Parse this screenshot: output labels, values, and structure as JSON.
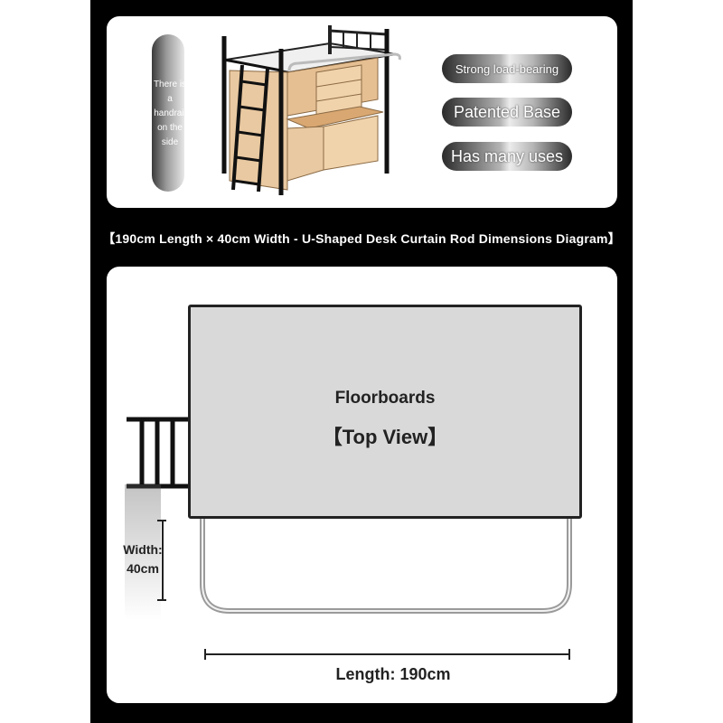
{
  "features": {
    "side_label": "There is a handrail on the side",
    "tags": [
      "Strong load-bearing",
      "Patented Base",
      "Has many uses"
    ]
  },
  "caption": "【190cm Length × 40cm Width - U-Shaped Desk Curtain Rod Dimensions Diagram】",
  "diagram": {
    "floor_title": "Floorboards",
    "floor_view": "【Top View】",
    "width_label": "Width: 40cm",
    "length_label": "Length: 190cm"
  }
}
